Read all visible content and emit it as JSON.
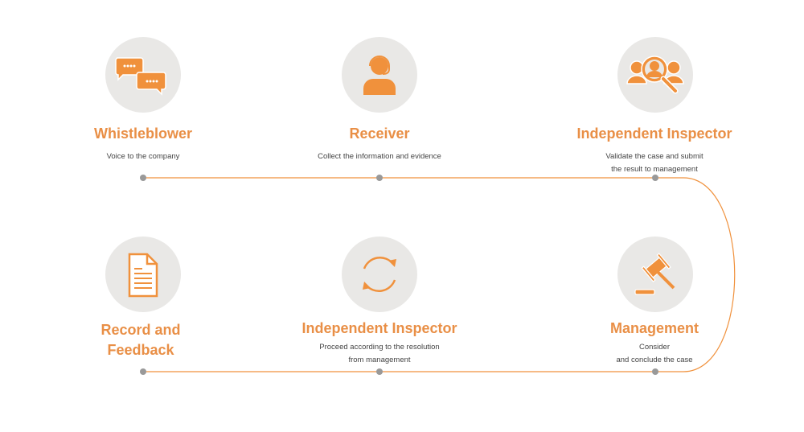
{
  "colors": {
    "accent": "#f0913c",
    "title": "#e98f46",
    "circle": "#e9e8e6",
    "dot": "#999999"
  },
  "steps": [
    {
      "title": "Whistleblower",
      "desc": [
        "Voice to the company"
      ],
      "icon": "chat-bubbles-icon"
    },
    {
      "title": "Receiver",
      "desc": [
        "Collect the information and evidence"
      ],
      "icon": "headset-person-icon"
    },
    {
      "title": "Independent Inspector",
      "desc": [
        "Validate the case and submit",
        "the result to management"
      ],
      "icon": "people-magnifier-icon"
    },
    {
      "title": "Management",
      "desc": [
        "Consider",
        "and conclude the case"
      ],
      "icon": "gavel-icon"
    },
    {
      "title": "Independent Inspector",
      "desc": [
        "Proceed according to the resolution",
        "from management"
      ],
      "icon": "refresh-cycle-icon"
    },
    {
      "title": "Record and Feedback",
      "desc": [
        "",
        ""
      ],
      "icon": "document-icon"
    }
  ]
}
